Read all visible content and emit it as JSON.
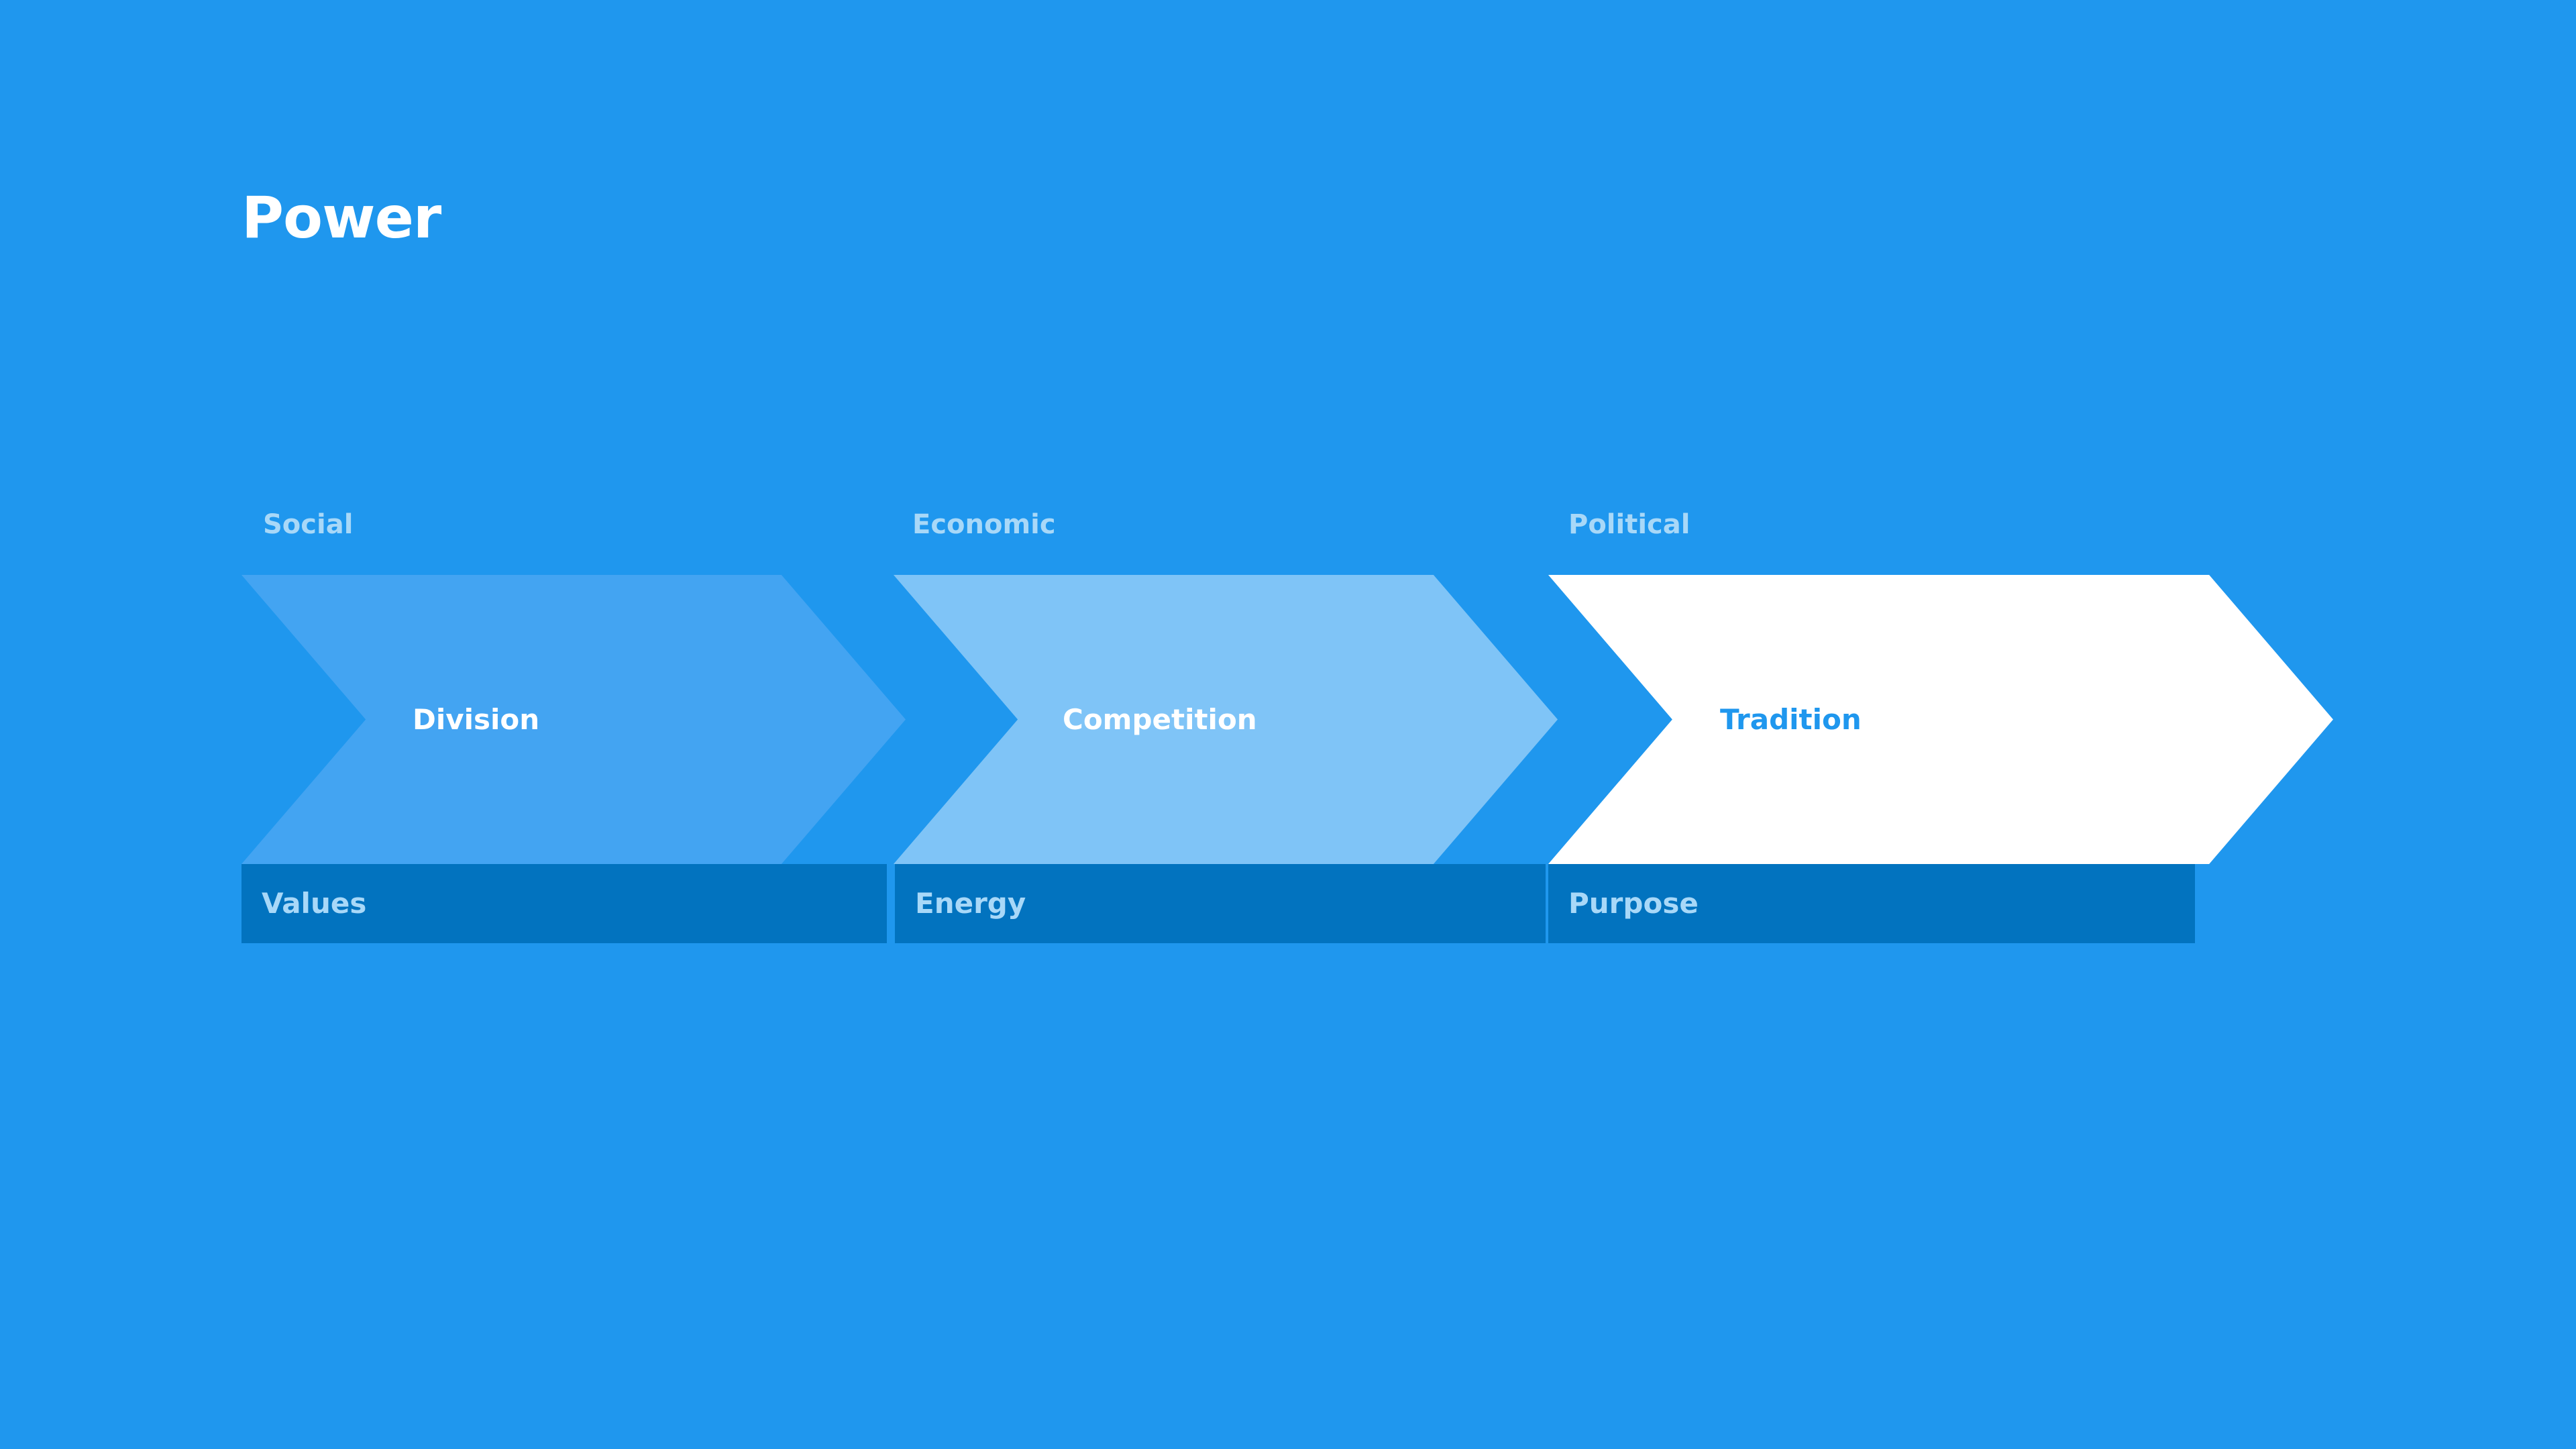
{
  "slide": {
    "title": "Power",
    "background_color": "#1f97ee"
  },
  "colors": {
    "background": "#1f97ee",
    "chevron_1": "#43a4f2",
    "chevron_2": "#7fc4f7",
    "chevron_3": "#ffffff",
    "footer_bar": "#0273bf",
    "top_label_text": "#a8d8f8",
    "footer_label_text": "#a8d8f8",
    "chevron_label_light": "#ffffff",
    "chevron_label_accent": "#1f97ee",
    "title_text": "#ffffff"
  },
  "diagram": {
    "type": "chevron-process",
    "steps": [
      {
        "top_label": "Social",
        "chevron_label": "Division",
        "footer_label": "Values"
      },
      {
        "top_label": "Economic",
        "chevron_label": "Competition",
        "footer_label": "Energy"
      },
      {
        "top_label": "Political",
        "chevron_label": "Tradition",
        "footer_label": "Purpose"
      }
    ]
  }
}
